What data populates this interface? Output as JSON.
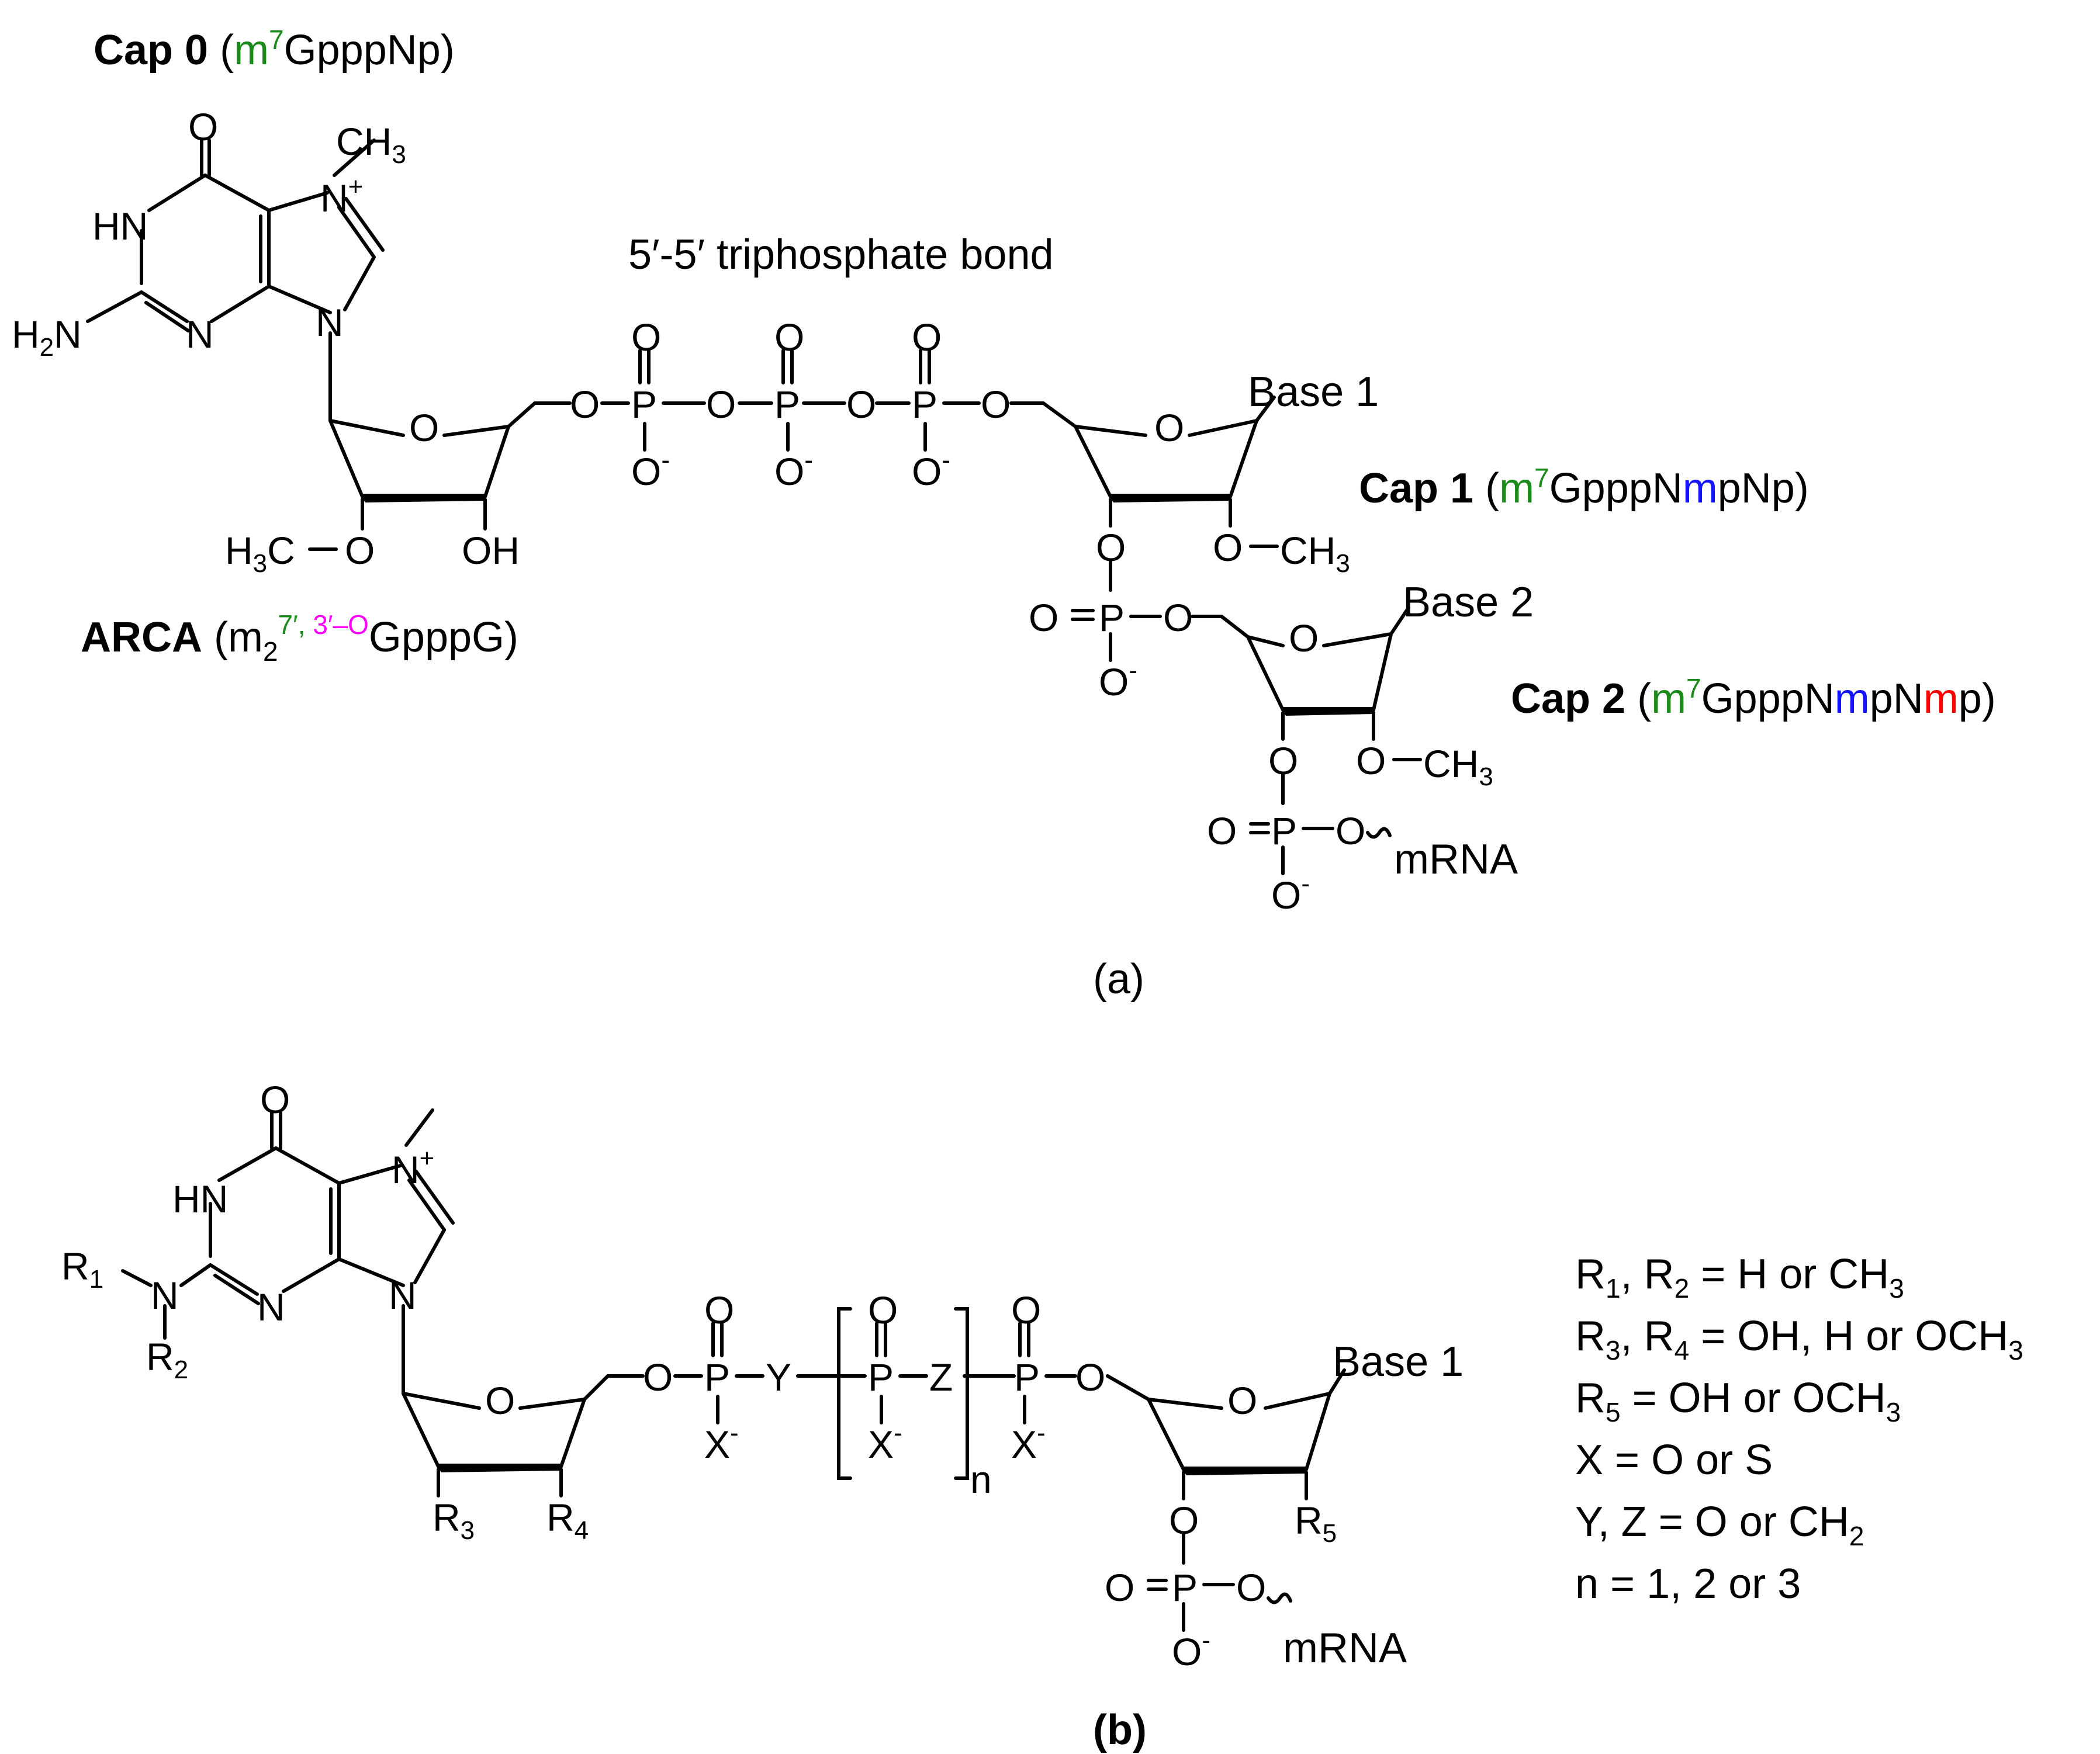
{
  "colors": {
    "cap0": "#1a8a1a",
    "arca": "#ff00ff",
    "cap1": "#1414ff",
    "cap2": "#ff0000",
    "text": "#000000"
  },
  "panel_a": {
    "cap0": {
      "name": "Cap 0",
      "open": " (",
      "m": "m",
      "sup": "7",
      "rest": "GpppNp)"
    },
    "bond_label": "5′-5′ triphosphate bond",
    "cap1": {
      "name": "Cap 1",
      "open": " (",
      "m": "m",
      "sup": "7",
      "g": "GpppN",
      "m2": "m",
      "rest": "pNp)"
    },
    "cap2": {
      "name": "Cap 2",
      "open": " (",
      "m": "m",
      "sup": "7",
      "g": "GpppN",
      "m2": "m",
      "p": "pN",
      "m3": "m",
      "rest": "p)"
    },
    "arca": {
      "name": "ARCA",
      "open": " (m",
      "sub": "2",
      "sup1": "7′, ",
      "sup2": "3′–O",
      "rest": "GpppG)"
    },
    "atoms": {
      "O": "O",
      "N": "N",
      "HN": "HN",
      "H": "H",
      "P": "P",
      "OH": "OH",
      "CH": "CH",
      "C": "C",
      "sub3": "3",
      "sub2": "2",
      "plus": "+",
      "minus": "-",
      "base1": "Base 1",
      "base2": "Base 2",
      "mrna": "mRNA",
      "dbl_o": "O="
    },
    "caption": "(a)"
  },
  "panel_b": {
    "atoms": {
      "R": "R",
      "s1": "1",
      "s2": "2",
      "s3": "3",
      "s4": "4",
      "s5": "5",
      "X": "X",
      "Y": "Y",
      "Z": "Z",
      "n": "n"
    },
    "legend": [
      {
        "a": "R",
        "as": "1",
        "b": ", R",
        "bs": "2",
        "c": " = H or CH",
        "cs": "3"
      },
      {
        "a": "R",
        "as": "3",
        "b": ", R",
        "bs": "4",
        "c": " = OH, H or OCH",
        "cs": "3"
      },
      {
        "a": "R",
        "as": "5",
        "b": "",
        "bs": "",
        "c": " = OH or OCH",
        "cs": "3"
      },
      {
        "a": "X = O or S",
        "as": "",
        "b": "",
        "bs": "",
        "c": "",
        "cs": ""
      },
      {
        "a": "Y, Z = O or CH",
        "as": "",
        "b": "",
        "bs": "",
        "c": "",
        "cs": "2"
      },
      {
        "a": "n = 1, 2 or 3",
        "as": "",
        "b": "",
        "bs": "",
        "c": "",
        "cs": ""
      }
    ],
    "caption": "(b)"
  }
}
